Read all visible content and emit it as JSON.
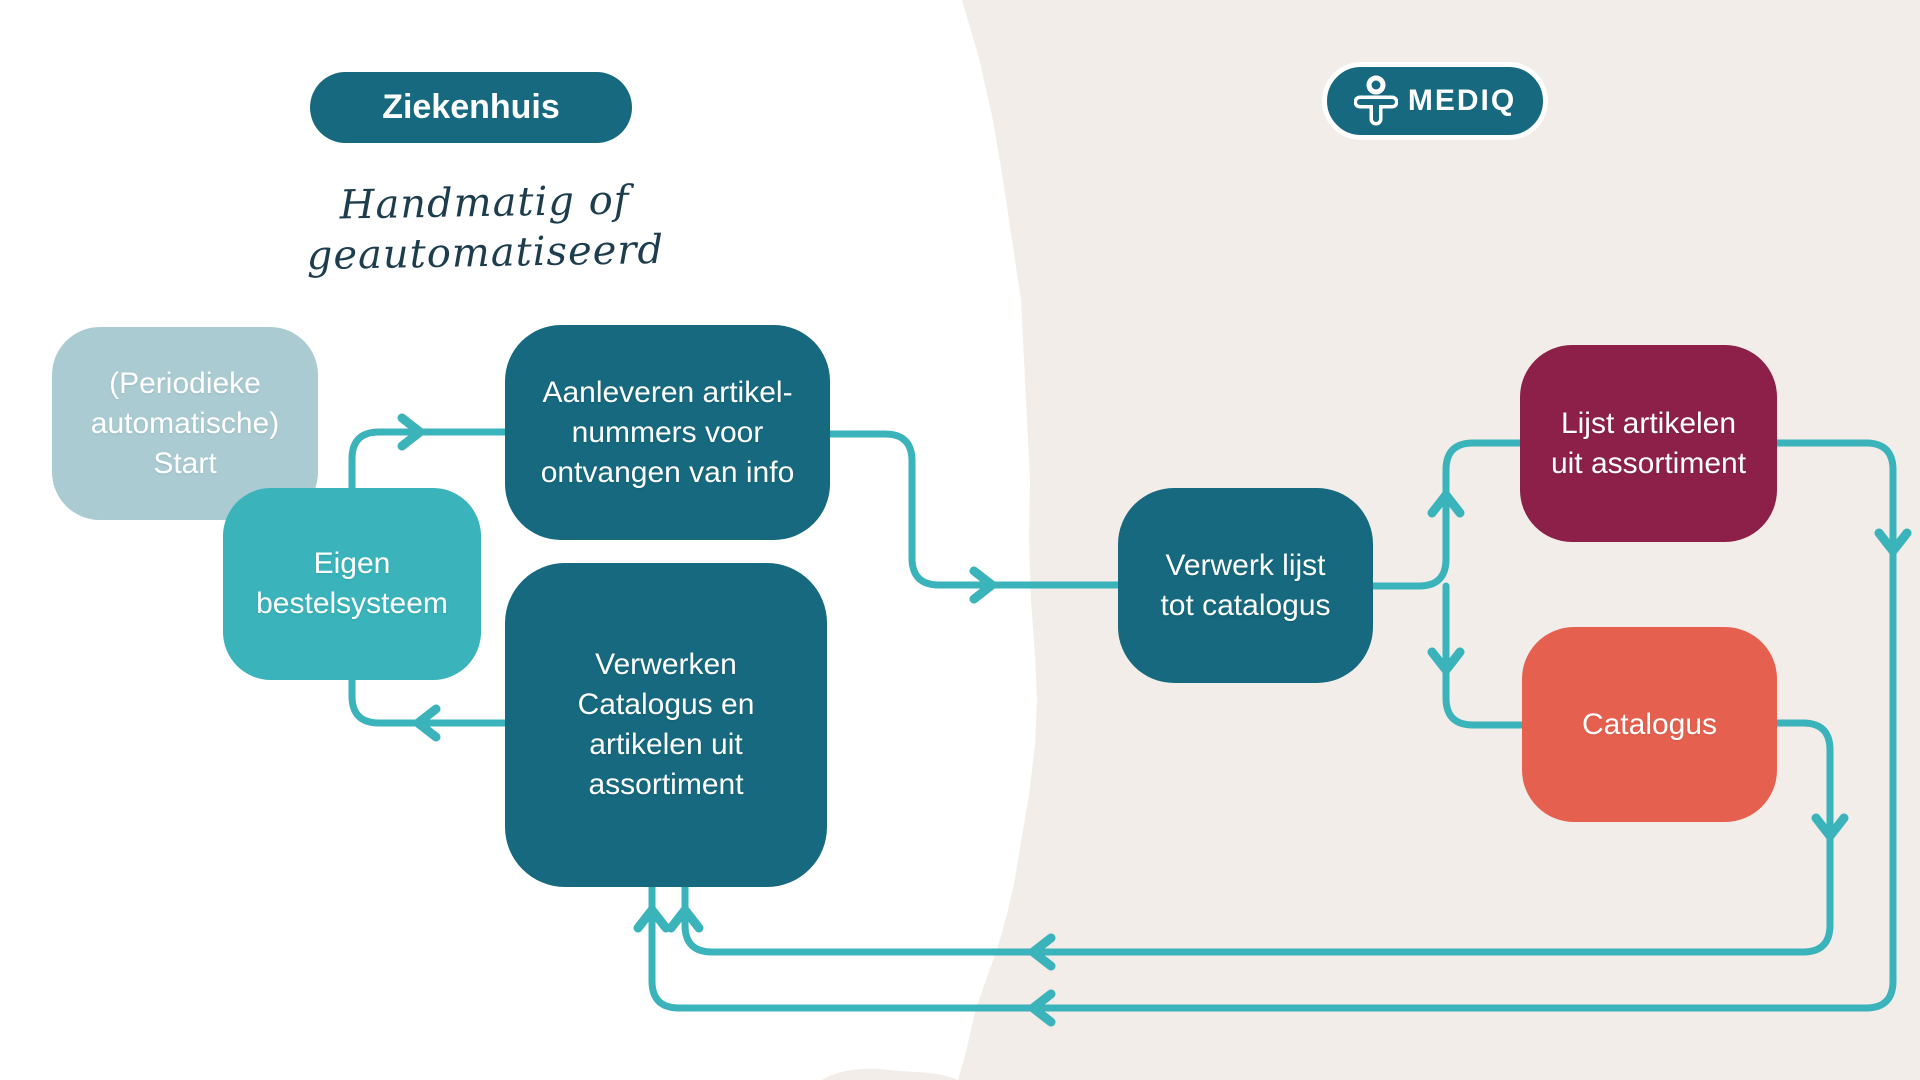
{
  "background": {
    "left_color": "#ffffff",
    "right_color": "#f2ede8",
    "split_style": "torn-paper-edge"
  },
  "connector_color": "#3ab3bb",
  "header": {
    "ziekenhuis_label": "Ziekenhuis",
    "annotation": {
      "line1": "Handmatig of",
      "line2": "geautomatiseerd"
    },
    "mediq_label": "MEDIQ"
  },
  "nodes": {
    "start": {
      "lines": [
        "(Periodieke",
        "automatische)",
        "Start"
      ],
      "color": "#aacbd2"
    },
    "eigen_bestelsysteem": {
      "lines": [
        "Eigen",
        "bestelsysteem"
      ],
      "color": "#3ab3bb"
    },
    "aanleveren": {
      "lines": [
        "Aanleveren artikel-",
        "nummers voor",
        "ontvangen van info"
      ],
      "color": "#16697e"
    },
    "verwerken": {
      "lines": [
        "Verwerken",
        "Catalogus en",
        "artikelen uit",
        "assortiment"
      ],
      "color": "#16697e"
    },
    "verwerk_lijst": {
      "lines": [
        "Verwerk lijst",
        "tot catalogus"
      ],
      "color": "#16697e"
    },
    "lijst_artikelen": {
      "lines": [
        "Lijst artikelen",
        "uit assortiment"
      ],
      "color": "#8d2048"
    },
    "catalogus": {
      "lines": [
        "Catalogus"
      ],
      "color": "#e5604e"
    }
  },
  "box_colors": {
    "dark_teal": "#16697e",
    "teal": "#3ab3bb",
    "light_blue": "#aacbd2",
    "maroon": "#8d2048",
    "coral": "#e5604e"
  }
}
